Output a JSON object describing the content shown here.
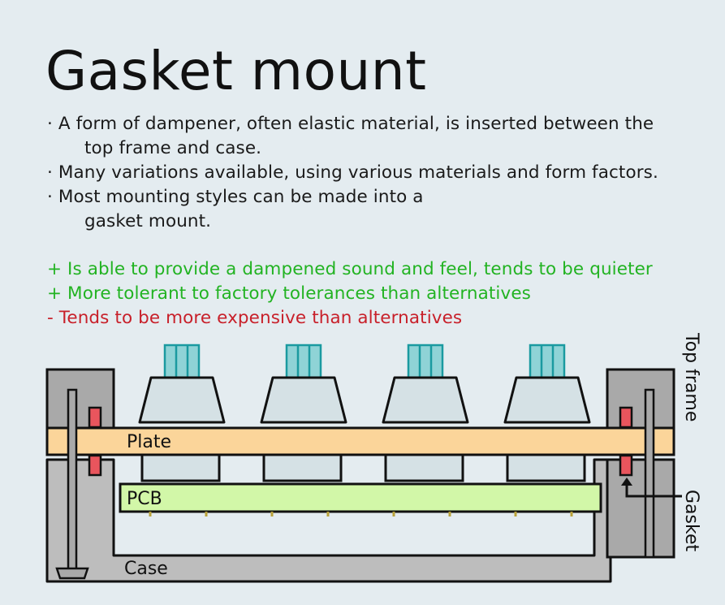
{
  "title": "Gasket mount",
  "bullets": [
    {
      "line1": "· A form of dampener, often elastic material, is inserted between the",
      "line2": "top frame and case."
    },
    {
      "line1": "· Many variations available, using various materials and form factors.",
      "line2": ""
    },
    {
      "line1": "· Most mounting styles can be made into a",
      "line2": "gasket mount."
    }
  ],
  "pros": [
    "+ Is able to provide a dampened sound and feel, tends to be quieter",
    "+ More tolerant to factory tolerances than alternatives"
  ],
  "cons": [
    "- Tends to be more expensive than alternatives"
  ],
  "diagram": {
    "labels": {
      "plate": "Plate",
      "pcb": "PCB",
      "case": "Case",
      "top_frame": "Top frame",
      "gasket": "Gasket"
    },
    "colors": {
      "background": "#e4ecf0",
      "plate": "#fbd59a",
      "pcb": "#d2f7a8",
      "case": "#bdbdbd",
      "frame": "#a9a9a9",
      "gasket": "#e9555d",
      "switch_housing": "#d5e1e5",
      "switch_stem": "#8fd3d6",
      "pins": "#b9a23a",
      "pro_text": "#22b322",
      "con_text": "#c8202a"
    }
  }
}
